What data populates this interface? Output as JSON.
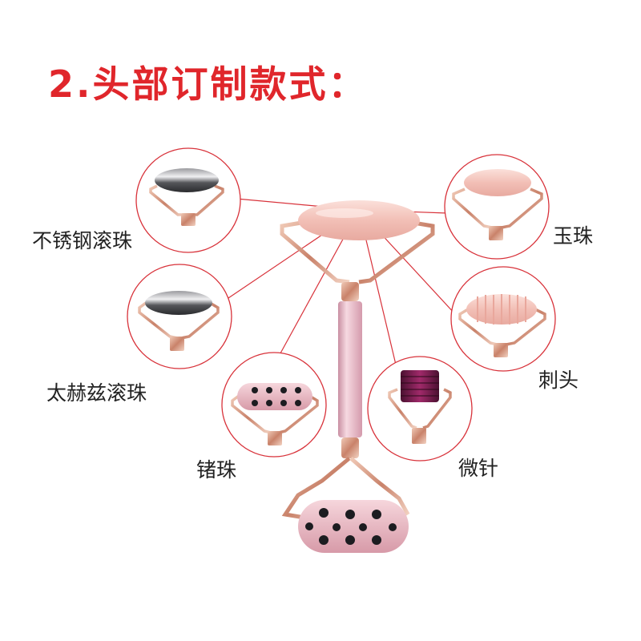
{
  "title": "2.头部订制款式：",
  "colors": {
    "accent": "#e0262b",
    "rose_gold": "#d49a84",
    "rose_quartz": "#f2c2ba",
    "pink_handle": "#e8b8c4"
  },
  "options": [
    {
      "label": "不锈钢滚珠"
    },
    {
      "label": "玉珠"
    },
    {
      "label": "太赫兹滚珠"
    },
    {
      "label": "刺头"
    },
    {
      "label": "锗珠"
    },
    {
      "label": "微针"
    }
  ]
}
